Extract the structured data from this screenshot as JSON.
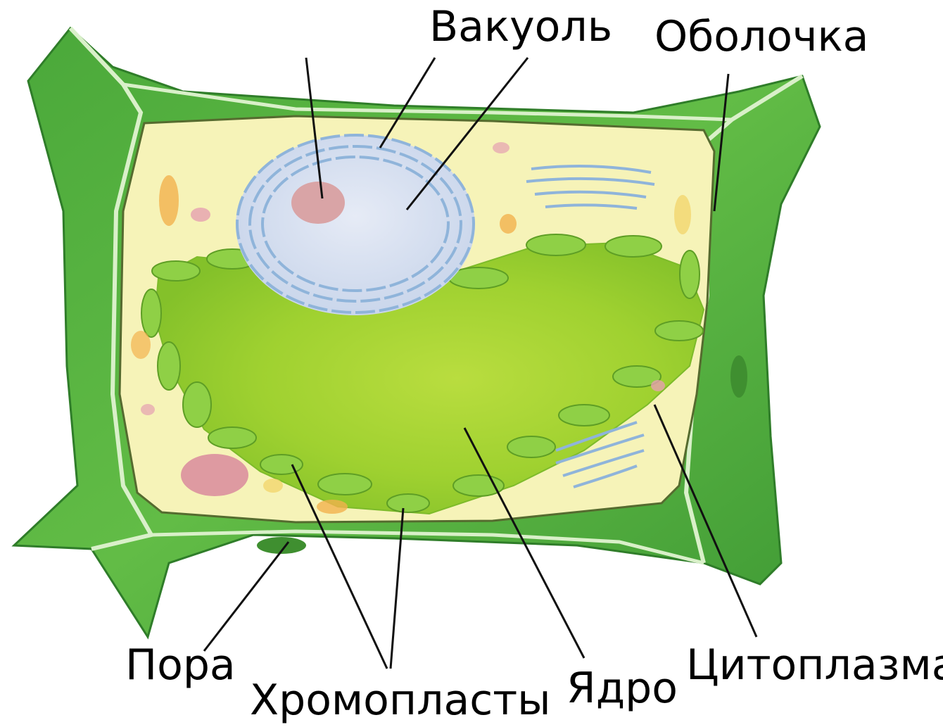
{
  "labels": {
    "vacuole": "Вакуоль",
    "cell_wall": "Оболочка",
    "pore": "Пора",
    "chromoplasts": "Хромопласты",
    "nucleus": "Ядро",
    "cytoplasm": "Цитоплазма"
  },
  "colors": {
    "wall_dark": "#3f9a35",
    "wall_mid": "#5cb843",
    "wall_light": "#8fd06b",
    "cytoplasm": "#f6f3b8",
    "inner_green": "#9ccf2c",
    "inner_green_light": "#b6dc3e",
    "plastid": "#8ccc3c",
    "vacuole": "#d7deee",
    "vacuole_outline": "#8fb4da",
    "nucleolus": "#d9a4a6",
    "organelle_orange": "#f3b24e",
    "organelle_pink": "#d98a9c",
    "leader_line": "#111111"
  }
}
